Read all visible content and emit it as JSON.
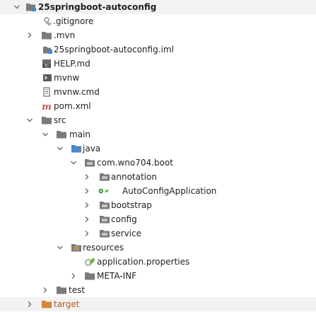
{
  "tree": {
    "root": "25springboot-autoconfig",
    "gitignore": ".gitignore",
    "mvn": ".mvn",
    "iml": "25springboot-autoconfig.iml",
    "help": "HELP.md",
    "mvnw": "mvnw",
    "mvnw_cmd": "mvnw.cmd",
    "pom": "pom.xml",
    "src": "src",
    "main": "main",
    "java": "java",
    "package": "com.wno704.boot",
    "annotation": "annotation",
    "app_class": "AutoConfigApplication",
    "bootstrap": "bootstrap",
    "config": "config",
    "service": "service",
    "resources": "resources",
    "app_props": "application.properties",
    "meta_inf": "META-INF",
    "test": "test",
    "target": "target"
  },
  "colors": {
    "folder": "#7a7a7a",
    "folder_blue": "#4a86c8",
    "target_folder": "#d08a3a",
    "spring_leaf": "#6db33f",
    "maven": "#c4574f",
    "highlight": "#f2f2f2"
  }
}
